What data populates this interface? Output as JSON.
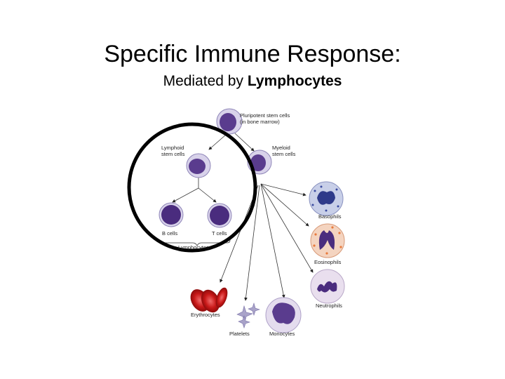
{
  "slide": {
    "title": "Specific Immune Response:",
    "subtitle_prefix": "Mediated by ",
    "subtitle_emphasis": "Lymphocytes"
  },
  "diagram": {
    "pluripotent_line1": "Pluripotent stem cells",
    "pluripotent_line2": "(in bone marrow)",
    "lymphoid_line1": "Lymphoid",
    "lymphoid_line2": "stem cells",
    "myeloid_line1": "Myeloid",
    "myeloid_line2": "stem cells",
    "b_cells": "B cells",
    "t_cells": "T cells",
    "lymphocytes": "Lymphocytes",
    "basophils": "Basophils",
    "eosinophils": "Eosinophils",
    "neutrophils": "Neutrophils",
    "erythrocytes": "Erythrocytes",
    "platelets": "Platelets",
    "monocytes": "Monocytes"
  },
  "colors": {
    "nucleus": "#5a3c8e",
    "cytoplasm": "#d8d2ea",
    "erythrocyte": "#d21a1a",
    "eosinophil_granule": "#e87a3c",
    "basophil_granule": "#3a4aa0"
  }
}
